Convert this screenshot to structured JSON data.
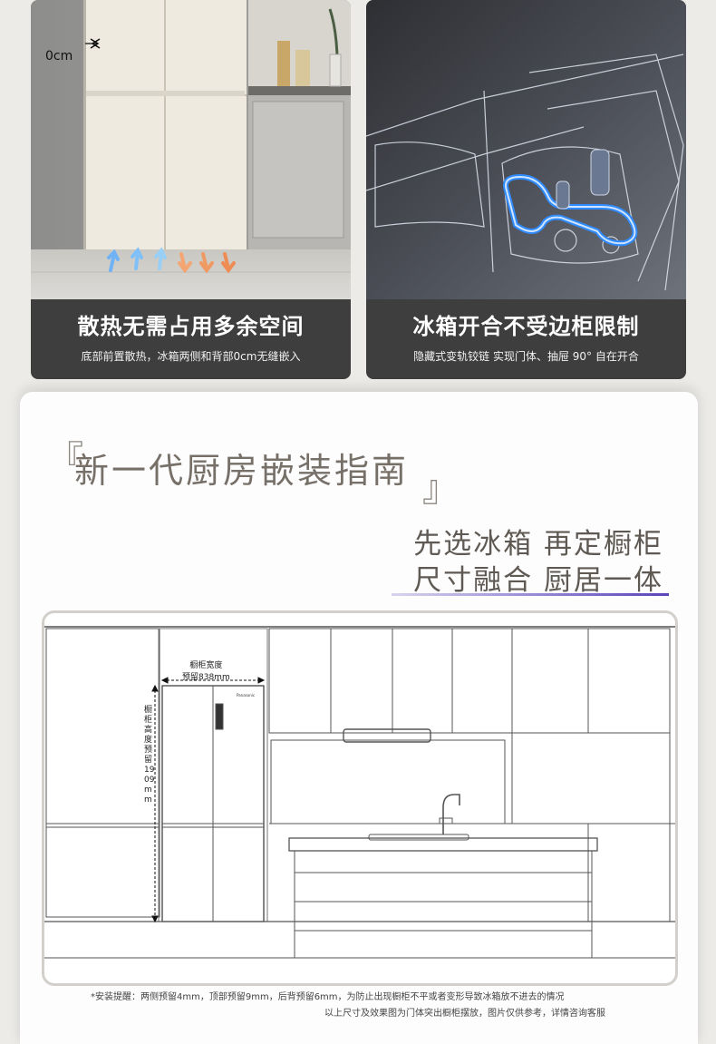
{
  "cards": [
    {
      "title": "散热无需占用多余空间",
      "subtitle": "底部前置散热，冰箱两侧和背部0cm无缝嵌入",
      "gap_label": "0cm"
    },
    {
      "title": "冰箱开合不受边柜限制",
      "subtitle": "隐藏式变轨铰链 实现门体、抽屉 90° 自在开合"
    }
  ],
  "guide": {
    "bracket_open": "『",
    "title": "新一代厨房嵌装指南",
    "bracket_close": "』",
    "slogan_line1": "先选冰箱 再定橱柜",
    "slogan_line2": "尺寸融合 厨居一体"
  },
  "diagram": {
    "width_label_line1": "橱柜宽度",
    "width_label_line2": "预留838mm",
    "height_label": "橱柜高度预留1909mm",
    "brand_mark": "Panasonic"
  },
  "notes": {
    "line1": "*安装提醒：两侧预留4mm，顶部预留9mm，后背预留6mm，为防止出现橱柜不平或者变形导致冰箱放不进去的情况",
    "line2": "以上尺寸及效果图为门体突出橱柜摆放，图片仅供参考，详情咨询客服"
  }
}
